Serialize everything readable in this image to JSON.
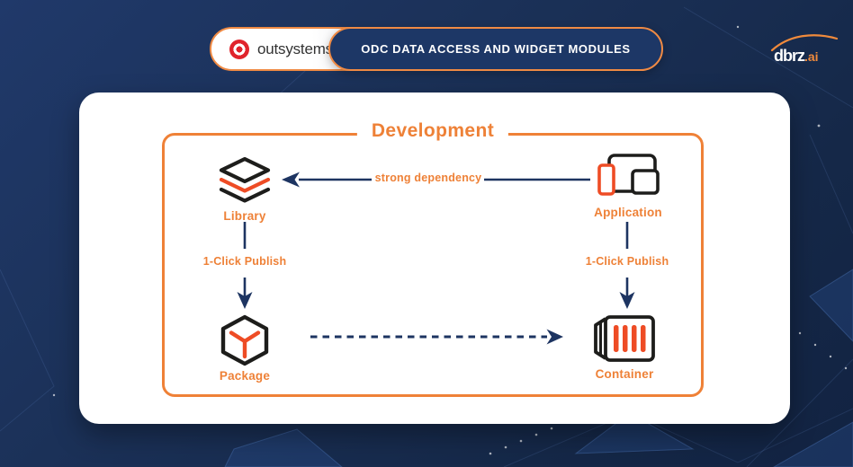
{
  "header": {
    "brand_name": "outsystems",
    "title": "ODC DATA ACCESS AND WIDGET MODULES",
    "watermark_text": "dbrz",
    "watermark_suffix": ".ai"
  },
  "diagram": {
    "title": "Development",
    "nodes": {
      "library": {
        "label": "Library",
        "icon": "layers-icon"
      },
      "application": {
        "label": "Application",
        "icon": "devices-icon"
      },
      "package": {
        "label": "Package",
        "icon": "package-hexagon-icon"
      },
      "container": {
        "label": "Container",
        "icon": "shipping-container-icon"
      }
    },
    "edges": {
      "strong_dependency": {
        "label": "strong dependency",
        "from": "Application",
        "to": "Library",
        "style": "solid-arrow-left"
      },
      "publish_left": {
        "label": "1-Click Publish",
        "from": "Library",
        "to": "Package",
        "style": "solid-arrow-down"
      },
      "publish_right": {
        "label": "1-Click Publish",
        "from": "Application",
        "to": "Container",
        "style": "solid-arrow-down"
      },
      "deploy": {
        "label": "",
        "from": "Package",
        "to": "Container",
        "style": "dashed-arrow-right"
      }
    }
  },
  "colors": {
    "accent_orange": "#ee8137",
    "icon_red": "#ee4c25",
    "arrow_navy": "#1d3461",
    "icon_black": "#1d1d1b",
    "pill_blue": "#1d3766",
    "background_navy": "#1b3158",
    "outsystems_red": "#e0242c"
  }
}
